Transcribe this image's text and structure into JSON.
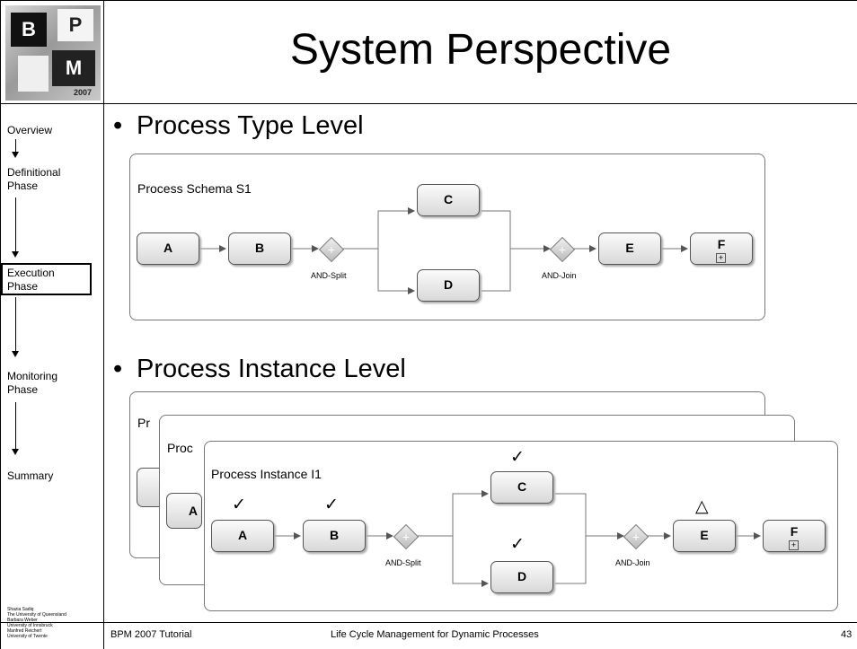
{
  "logo": {
    "letter_b": "B",
    "letter_p": "P",
    "letter_m": "M",
    "year": "2007"
  },
  "title": "System Perspective",
  "sidebar": {
    "items": [
      {
        "label": "Overview"
      },
      {
        "label": "Definitional\nPhase"
      },
      {
        "label": "Execution\nPhase"
      },
      {
        "label": "Monitoring\nPhase"
      },
      {
        "label": "Summary"
      }
    ],
    "credits": "Shazia Sadiq\nThe University of Queensland\nBarbara Weber\nUniversity of Innsbruck\nManfred Reichert\nUniversity of Twente"
  },
  "bullets": {
    "type_level": "Process Type Level",
    "instance_level": "Process Instance Level"
  },
  "schema": {
    "title": "Process Schema S1",
    "tasks": [
      "A",
      "B",
      "C",
      "D",
      "E",
      "F"
    ],
    "split_label": "AND-Split",
    "join_label": "AND-Join"
  },
  "instance": {
    "back_title_1": "Pr",
    "back_title_2": "Proc",
    "title": "Process Instance I1",
    "tasks": [
      "A",
      "B",
      "C",
      "D",
      "E",
      "F"
    ],
    "back_task_2": "A",
    "split_label": "AND-Split",
    "join_label": "AND-Join",
    "completed_mark": "✓",
    "activated_mark": "△"
  },
  "footer": {
    "left": "BPM 2007 Tutorial",
    "center": "Life Cycle Management for Dynamic Processes",
    "page": "43"
  }
}
